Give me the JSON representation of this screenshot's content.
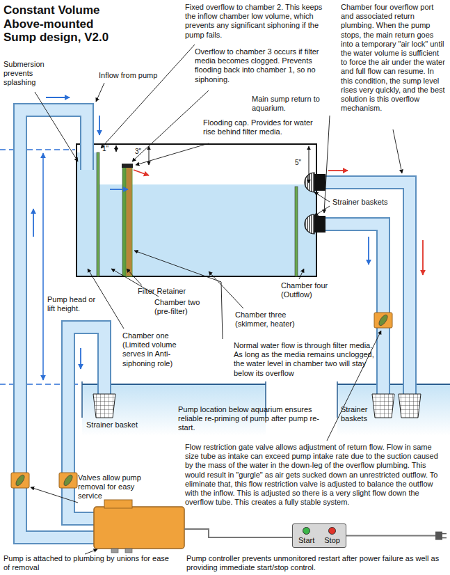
{
  "diagram": {
    "title": "Constant Volume Above-mounted Sump design, V2.0",
    "nodes": [
      {
        "text": [
          "Start",
          "Stop"
        ]
      }
    ],
    "labels": [
      "Submersion prevents splashing",
      "Inflow from pump",
      "Fixed overflow to chamber 2. This keeps the inflow chamber low volume, which prevents any significant siphoning if the pump fails.",
      "Overflow to chamber 3 occurs if filter media becomes clogged. Prevents flooding back into chamber 1, so no siphoning.",
      "Chamber four overflow port and associated return plumbing. When the pump stops, the main return goes into a temporary \"air lock\" until the water volume is sufficient to force the air under the water and full flow can resume. In this condition, the sump level rises very quickly, and the best solution is this overflow mechanism.",
      "Main sump return to aquarium.",
      "Flooding cap. Provides for water rise behind filter media.",
      "1\"",
      "3\"",
      "5\"",
      "Strainer baskets",
      "Filter Retainer",
      "Chamber two (pre-filter)",
      "Chamber three (skimmer, heater)",
      "Chamber four (Outflow)",
      "Pump head or lift height.",
      "Chamber one (Limited volume serves in Anti-siphoning role)",
      "Normal water flow is through filter media. As long as the media remains unclogged, the water level in chamber two will stay below its overflow",
      "Strainer basket",
      "Pump location below aquarium ensures reliable re-priming of pump after pump re-start.",
      "Strainer baskets",
      "Flow restriction gate valve allows adjustment of return flow. Flow in same size tube as intake can exceed pump intake rate due to the suction caused by the mass of the water in the down-leg of the overflow plumbing. This would result in \"gurgle\" as air gets sucked down an unrestricted outflow. To eliminate that, this flow restriction valve is adjusted to balance the outflow with the inflow. This is adjusted so there is a very slight flow down the overflow tube. This creates a fully stable system.",
      "Valves allow pump removal for easy service",
      "Pump is attached to plumbing by unions for ease of removal",
      "Pump controller prevents unmonitored restart after power failure as well as providing immediate start/stop control."
    ]
  }
}
